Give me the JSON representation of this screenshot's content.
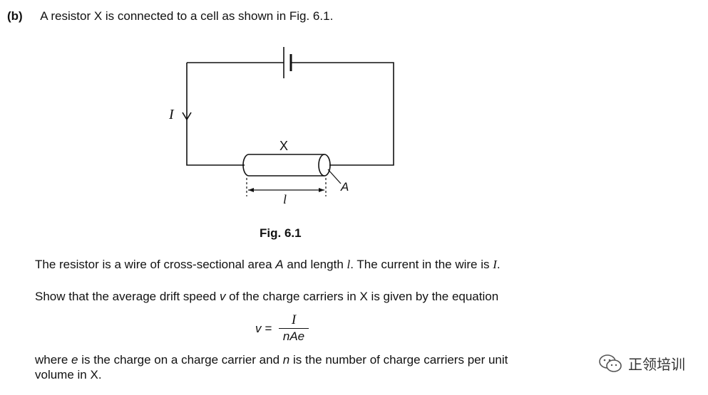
{
  "question": {
    "part_label": "(b)",
    "intro": "A resistor X is connected to a cell as shown in Fig. 6.1."
  },
  "figure": {
    "current_label": "I",
    "resistor_label": "X",
    "area_label": "A",
    "length_label": "l",
    "caption": "Fig. 6.1"
  },
  "body": {
    "line1_a": "The resistor is a wire of cross-sectional area ",
    "line1_A": "A",
    "line1_b": " and length ",
    "line1_l": "l",
    "line1_c": ". The current in the wire is ",
    "line1_I": "I",
    "line1_d": ".",
    "line2_a": "Show that the average drift speed ",
    "line2_v": "v",
    "line2_b": " of the charge carriers in X is given by the equation",
    "eq_lhs": "v =",
    "eq_num": "I",
    "eq_den": "nAe",
    "line3_a": "where ",
    "line3_e": "e",
    "line3_b": " is the charge on a charge carrier and ",
    "line3_n": "n",
    "line3_c": " is the number of charge carriers per unit",
    "line4": "volume in X."
  },
  "watermark": {
    "text": "正领培训",
    "icon": "wechat-logo-icon"
  }
}
